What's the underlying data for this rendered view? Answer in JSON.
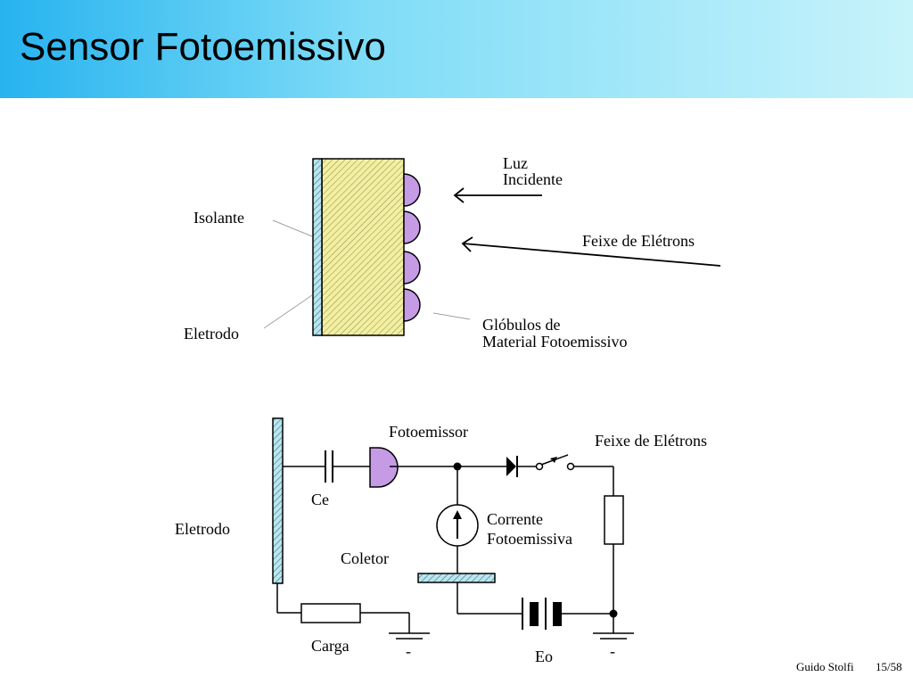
{
  "slide": {
    "title": "Sensor Fotoemissivo",
    "colors": {
      "header_left": "#27b3ef",
      "header_right": "#c8f3fb",
      "insulator_fill": "#f2efa0",
      "electrode_fill": "#b9e6ef",
      "globule_fill": "#c59be6"
    }
  },
  "top_diagram": {
    "labels": {
      "luz_line1": "Luz",
      "luz_line2": "Incidente",
      "feixe": "Feixe de Elétrons",
      "isolante": "Isolante",
      "eletrodo": "Eletrodo",
      "globulos_line1": "Glóbulos de",
      "globulos_line2": "Material Fotoemissivo"
    }
  },
  "circuit": {
    "labels": {
      "fotoemissor": "Fotoemissor",
      "feixe": "Feixe de Elétrons",
      "ce": "Ce",
      "corrente_line1": "Corrente",
      "corrente_line2": "Fotoemissiva",
      "eletrodo": "Eletrodo",
      "coletor": "Coletor",
      "carga": "Carga",
      "eo": "Eo",
      "minus1": "-",
      "minus2": "-"
    }
  },
  "footer": {
    "author": "Guido Stolfi",
    "page": "15/58"
  }
}
